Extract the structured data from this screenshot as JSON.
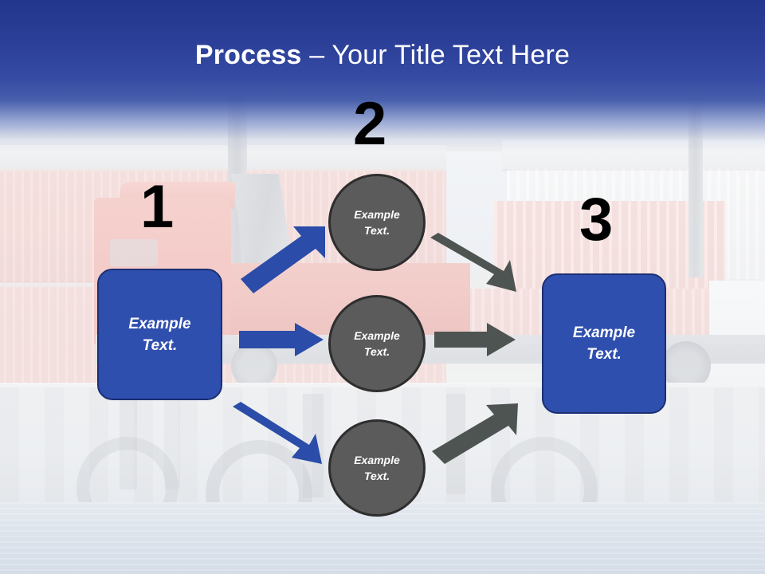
{
  "slide": {
    "title_bold": "Process",
    "title_rest": " – Your Title Text Here",
    "background_description": "shipping-port-photo"
  },
  "colors": {
    "title_band_top": "#22368D",
    "title_band_mid": "#364BA3",
    "box_fill": "#2F4FAE",
    "box_border": "#1B2F72",
    "circle_fill": "#5B5B5B",
    "circle_border": "#2E2E2E",
    "arrow_blue": "#2B4CA8",
    "arrow_gray": "#4D5451",
    "number_color": "#000000",
    "text_white": "#FFFFFF"
  },
  "steps": [
    {
      "number": "1",
      "name": "step-1"
    },
    {
      "number": "2",
      "name": "step-2"
    },
    {
      "number": "3",
      "name": "step-3"
    }
  ],
  "boxes": [
    {
      "id": "box-left",
      "line1": "Example",
      "line2": "Text."
    },
    {
      "id": "box-right",
      "line1": "Example",
      "line2": "Text."
    }
  ],
  "circles": [
    {
      "id": "circle-1",
      "line1": "Example",
      "line2": "Text."
    },
    {
      "id": "circle-2",
      "line1": "Example",
      "line2": "Text."
    },
    {
      "id": "circle-3",
      "line1": "Example",
      "line2": "Text."
    }
  ],
  "arrows": [
    {
      "name": "arrow-box-left-to-circle-1",
      "color": "#2B4CA8",
      "direction": "up-right"
    },
    {
      "name": "arrow-box-left-to-circle-2",
      "color": "#2B4CA8",
      "direction": "right"
    },
    {
      "name": "arrow-box-left-to-circle-3",
      "color": "#2B4CA8",
      "direction": "down-right"
    },
    {
      "name": "arrow-circle-1-to-box-right",
      "color": "#4D5451",
      "direction": "down-right"
    },
    {
      "name": "arrow-circle-2-to-box-right",
      "color": "#4D5451",
      "direction": "right"
    },
    {
      "name": "arrow-circle-3-to-box-right",
      "color": "#4D5451",
      "direction": "up-right"
    }
  ]
}
